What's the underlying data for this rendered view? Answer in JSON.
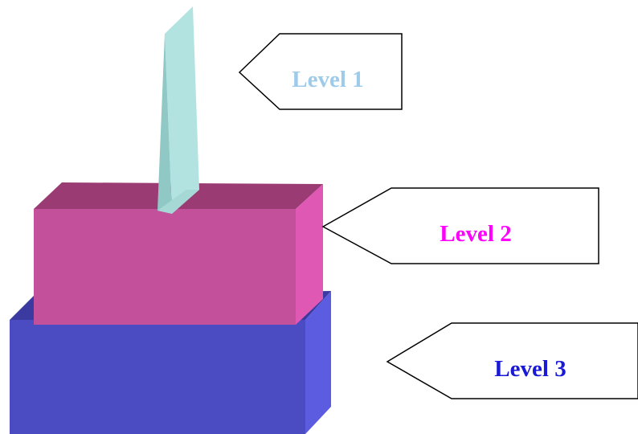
{
  "labels": {
    "level1": "Level 1",
    "level2": "Level 2",
    "level3": "Level 3"
  },
  "colors": {
    "level1_text": "#9fcbea",
    "level2_text": "#ff00ff",
    "level3_text": "#1a1ad6",
    "spire_front": "#b2e3e1",
    "spire_shade": "#8fc8c4",
    "magenta_front": "#c2509a",
    "magenta_top": "#9a3b74",
    "magenta_side": "#de58b4",
    "blue_front": "#4b4bc2",
    "blue_top": "#3a3aa0",
    "blue_side": "#5c5ce0"
  }
}
